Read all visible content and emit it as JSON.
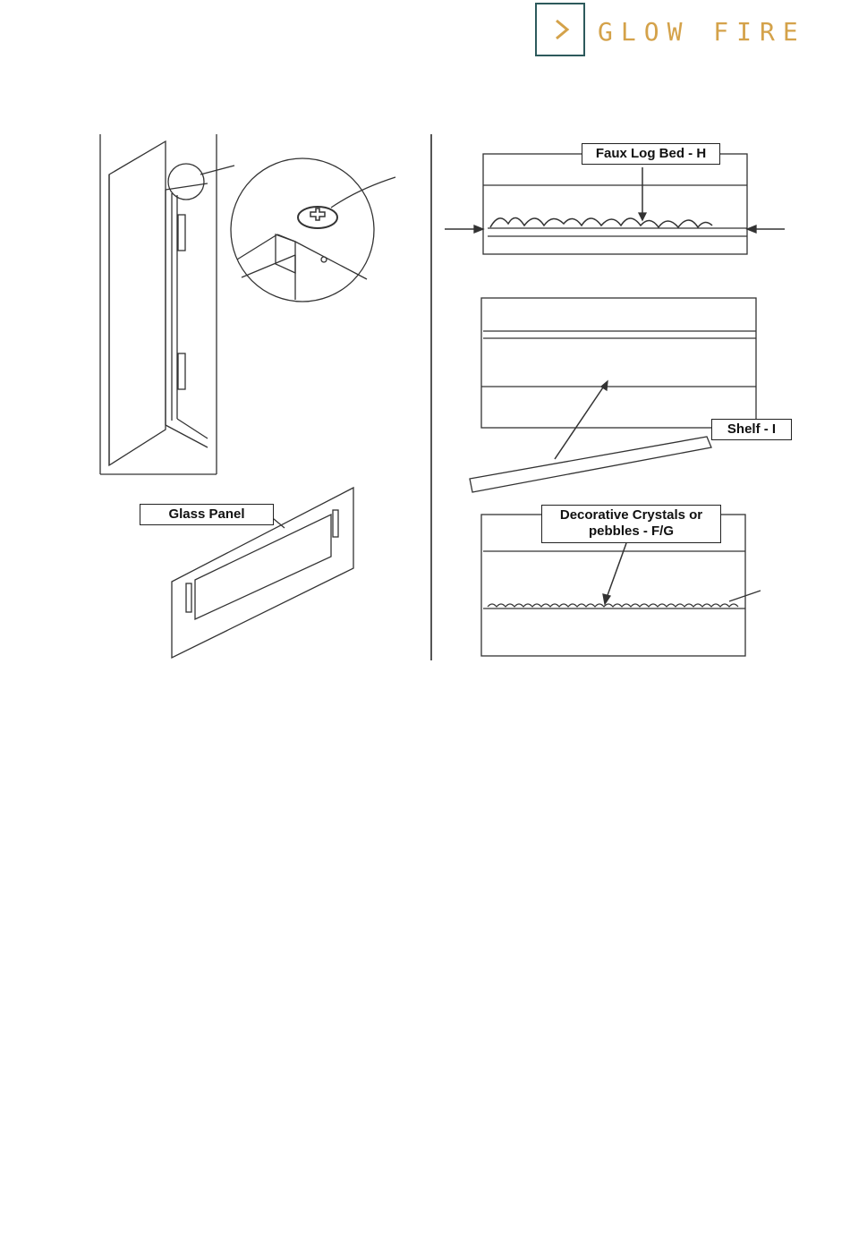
{
  "brand": {
    "name": "GLOW FIRE",
    "accent": "#d4a24a",
    "frame": "#2d5a5c"
  },
  "labels": {
    "glass_panel": "Glass Panel",
    "faux_log_bed": "Faux Log Bed - H",
    "shelf": "Shelf - I",
    "crystals_line1": "Decorative Crystals or",
    "crystals_line2": "pebbles - F/G"
  }
}
